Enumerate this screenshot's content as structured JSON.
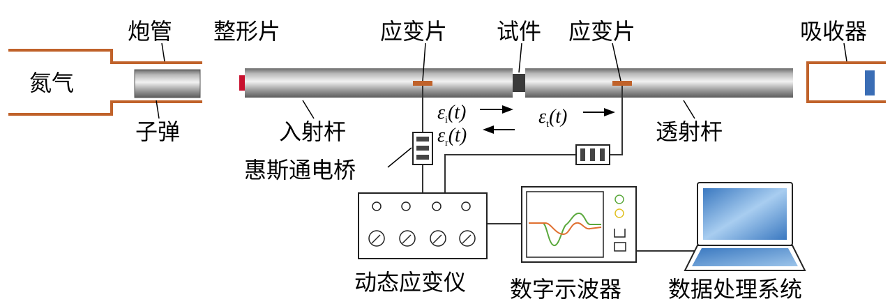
{
  "labels": {
    "nitrogen": "氮气",
    "barrel": "炮管",
    "pulse_shaper": "整形片",
    "strain_gauge_1": "应变片",
    "specimen": "试件",
    "strain_gauge_2": "应变片",
    "absorber": "吸收器",
    "striker": "子弹",
    "incident_bar": "入射杆",
    "transmission_bar": "透射杆",
    "wheatstone_bridge": "惠斯通电桥",
    "dynamic_strain_meter": "动态应变仪",
    "oscilloscope": "数字示波器",
    "data_system": "数据处理系统"
  },
  "signals": {
    "incident": {
      "symbol": "ε",
      "subscript": "i",
      "arg": "(t)"
    },
    "reflected": {
      "symbol": "ε",
      "subscript": "r",
      "arg": "(t)"
    },
    "transmitted": {
      "symbol": "ε",
      "subscript": "t",
      "arg": "(t)"
    }
  },
  "colors": {
    "barrel": "#c0622a",
    "pulse_shaper": "#c8102e",
    "strain_gauge": "#c0622a",
    "absorber_block": "#3a6db5",
    "specimen": "#3a3a3a",
    "trace_green": "#5aa83c",
    "trace_orange": "#e07030",
    "knob_yellow": "#e0c020",
    "screen_blue": "#4a86c8"
  }
}
